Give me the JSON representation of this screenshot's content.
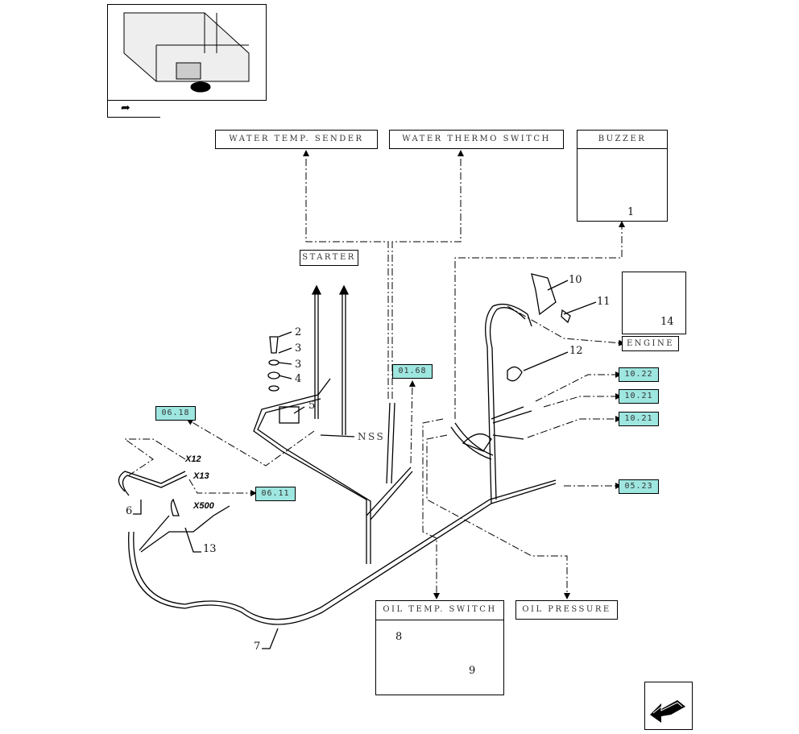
{
  "labels": {
    "water_temp_sender": "WATER TEMP. SENDER",
    "water_thermo_switch": "WATER THERMO SWITCH",
    "buzzer": "BUZZER",
    "starter": "STARTER",
    "engine": "ENGINE",
    "nss": "NSS",
    "oil_temp_switch": "OIL TEMP. SWITCH",
    "oil_pressure": "OIL PRESSURE"
  },
  "references": {
    "ref_0168": "01.68",
    "ref_0618": "06.18",
    "ref_0611": "06.11",
    "ref_1022": "10.22",
    "ref_1021a": "10.21",
    "ref_1021b": "10.21",
    "ref_0523": "05.23"
  },
  "connectors": {
    "x12": "X12",
    "x13": "X13",
    "x500": "X500"
  },
  "callouts": {
    "n1": "1",
    "n2": "2",
    "n3a": "3",
    "n3b": "3",
    "n4": "4",
    "n5": "5",
    "n6": "6",
    "n7": "7",
    "n8": "8",
    "n9": "9",
    "n10": "10",
    "n11": "11",
    "n12": "12",
    "n13": "13",
    "n14": "14"
  },
  "icons": {
    "thumbnail": "tractor-location-thumbnail",
    "nav": "back-arrow-icon"
  }
}
